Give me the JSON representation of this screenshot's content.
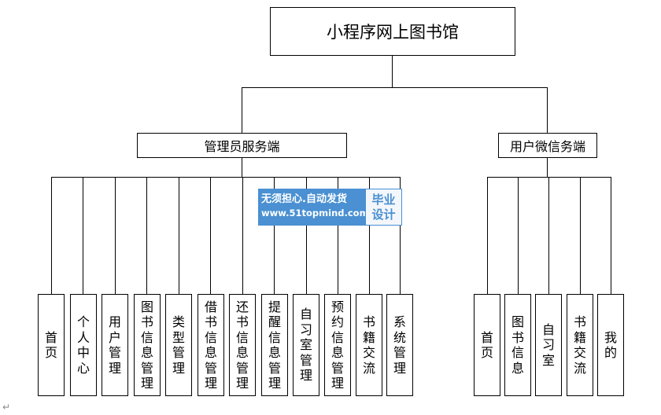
{
  "root": {
    "label": "小程序网上图书馆"
  },
  "groups": [
    {
      "label": "管理员服务端",
      "leaves": [
        "首页",
        "个人中心",
        "用户管理",
        "图书信息管理",
        "类型管理",
        "借书信息管理",
        "还书信息管理",
        "提醒信息管理",
        "自习室管理",
        "预约信息管理",
        "书籍交流",
        "系统管理"
      ]
    },
    {
      "label": "用户微信务端",
      "leaves": [
        "首页",
        "图书信息",
        "自习室",
        "书籍交流",
        "我的"
      ]
    }
  ],
  "watermark": {
    "line1": "无须担心.自动发货",
    "line2": "www.51topmind.com",
    "badge_line1": "毕业",
    "badge_line2": "设计"
  },
  "return_mark": "↵"
}
